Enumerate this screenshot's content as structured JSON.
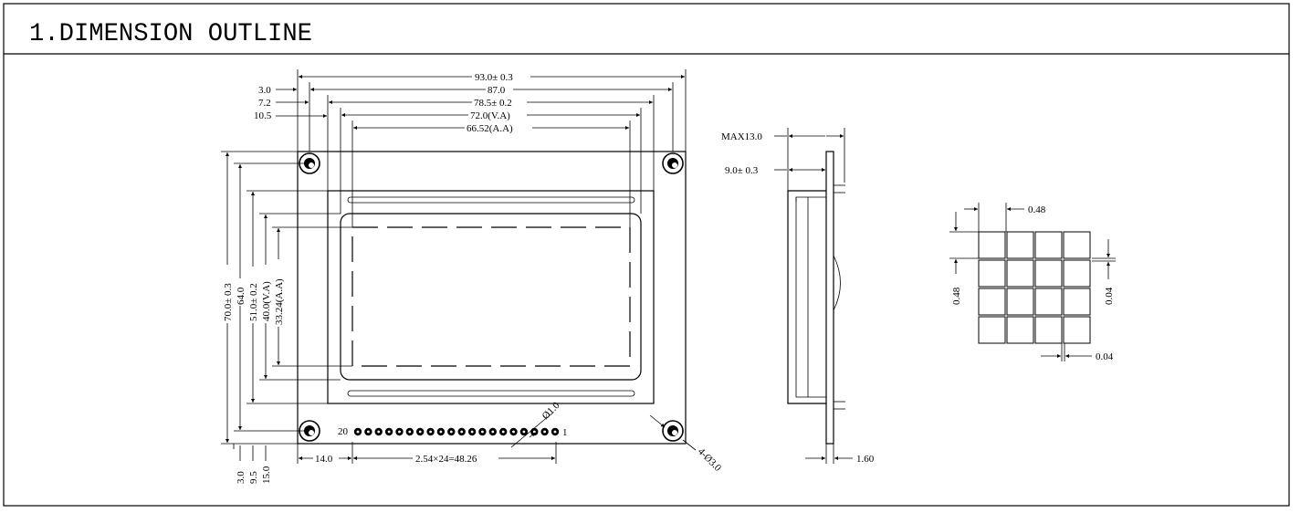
{
  "title": "1.DIMENSION OUTLINE",
  "front_view": {
    "horizontal_dims": [
      "93.0± 0.3",
      "87.0",
      "78.5± 0.2",
      "72.0(V.A)",
      "66.52(A.A)"
    ],
    "left_offsets": [
      "3.0",
      "7.2",
      "10.5"
    ],
    "vertical_dims": [
      "70.0± 0.3",
      "64.0",
      "51.0± 0.2",
      "40.0(V.A)",
      "33.24(A.A)"
    ],
    "bottom_offsets": [
      "3.0",
      "9.5",
      "15.0"
    ],
    "pin_pitch_offset": "14.0",
    "pin_pitch": "2.54×24=48.26",
    "pin_first": "20",
    "pin_last": "1",
    "pin_hole": "Ø1.0",
    "mount_hole": "4-Ø3.0"
  },
  "side_view": {
    "max_thickness": "MAX13.0",
    "thickness": "9.0± 0.3",
    "pcb": "1.60"
  },
  "dot_detail": {
    "dot_size_h": "0.48",
    "dot_size_v": "0.48",
    "gap_v": "0.04",
    "gap_h": "0.04"
  }
}
